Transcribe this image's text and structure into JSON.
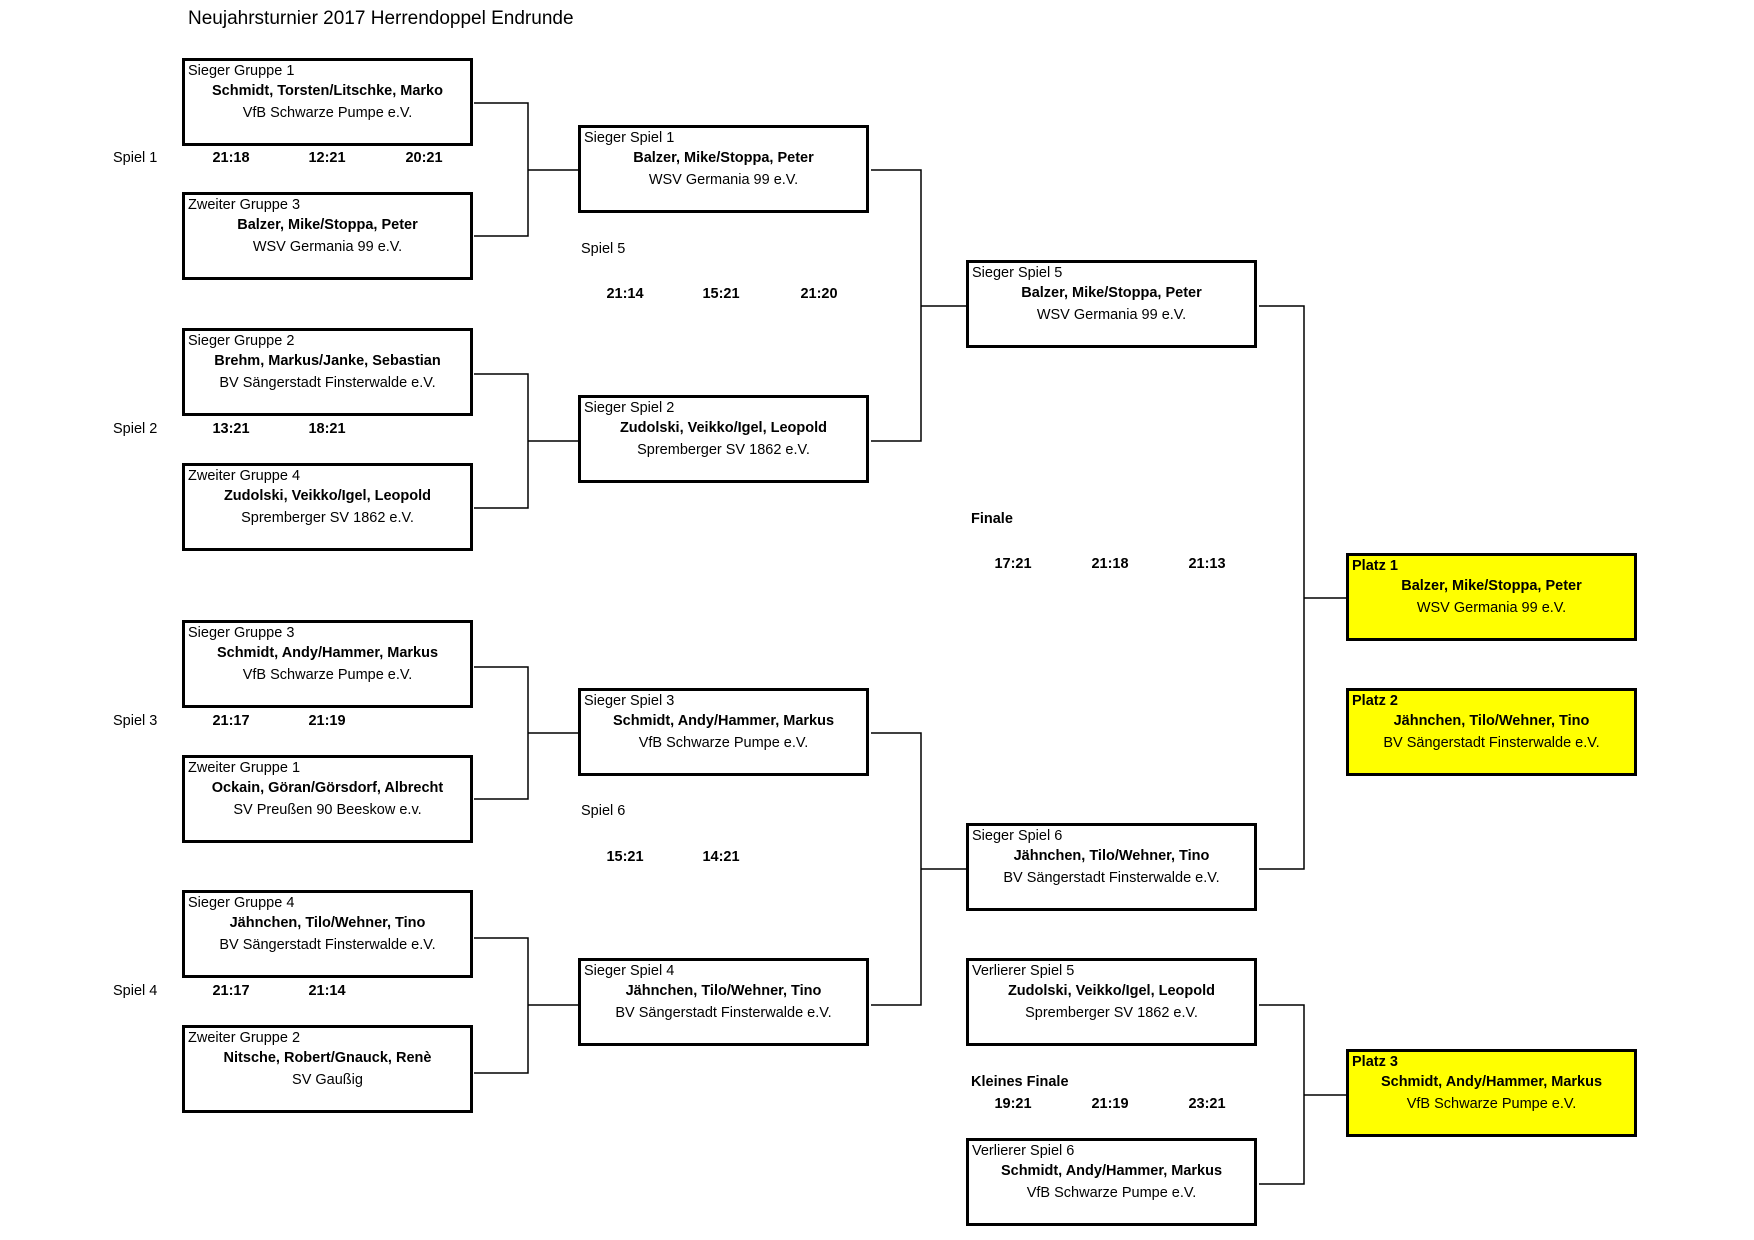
{
  "title": "Neujahrsturnier 2017 Herrendoppel Endrunde",
  "round1": [
    {
      "label": "Sieger Gruppe 1",
      "name": "Schmidt, Torsten/Litschke, Marko",
      "club": "VfB Schwarze Pumpe e.V."
    },
    {
      "label": "Zweiter Gruppe 3",
      "name": "Balzer, Mike/Stoppa, Peter",
      "club": "WSV Germania 99 e.V."
    },
    {
      "label": "Sieger Gruppe 2",
      "name": "Brehm, Markus/Janke, Sebastian",
      "club": "BV Sängerstadt Finsterwalde e.V."
    },
    {
      "label": "Zweiter Gruppe 4",
      "name": "Zudolski, Veikko/Igel, Leopold",
      "club": "Spremberger SV 1862 e.V."
    },
    {
      "label": "Sieger Gruppe 3",
      "name": "Schmidt, Andy/Hammer, Markus",
      "club": "VfB Schwarze Pumpe e.V."
    },
    {
      "label": "Zweiter Gruppe 1",
      "name": "Ockain, Göran/Görsdorf, Albrecht",
      "club": "SV Preußen 90 Beeskow e.v."
    },
    {
      "label": "Sieger Gruppe 4",
      "name": "Jähnchen, Tilo/Wehner, Tino",
      "club": "BV Sängerstadt Finsterwalde e.V."
    },
    {
      "label": "Zweiter Gruppe 2",
      "name": "Nitsche, Robert/Gnauck, Renè",
      "club": "SV Gaußig"
    }
  ],
  "round2": [
    {
      "label": "Sieger Spiel 1",
      "name": "Balzer, Mike/Stoppa, Peter",
      "club": "WSV Germania 99 e.V."
    },
    {
      "label": "Sieger Spiel 2",
      "name": "Zudolski, Veikko/Igel, Leopold",
      "club": "Spremberger SV 1862 e.V."
    },
    {
      "label": "Sieger Spiel 3",
      "name": "Schmidt, Andy/Hammer, Markus",
      "club": "VfB Schwarze Pumpe e.V."
    },
    {
      "label": "Sieger Spiel 4",
      "name": "Jähnchen, Tilo/Wehner, Tino",
      "club": "BV Sängerstadt Finsterwalde e.V."
    }
  ],
  "round3": [
    {
      "label": "Sieger Spiel 5",
      "name": "Balzer, Mike/Stoppa, Peter",
      "club": "WSV Germania 99 e.V."
    },
    {
      "label": "Sieger Spiel 6",
      "name": "Jähnchen, Tilo/Wehner, Tino",
      "club": "BV Sängerstadt Finsterwalde e.V."
    },
    {
      "label": "Verlierer Spiel 5",
      "name": "Zudolski, Veikko/Igel, Leopold",
      "club": "Spremberger SV 1862 e.V."
    },
    {
      "label": "Verlierer Spiel 6",
      "name": "Schmidt, Andy/Hammer, Markus",
      "club": "VfB Schwarze Pumpe e.V."
    }
  ],
  "places": [
    {
      "label": "Platz 1",
      "name": "Balzer, Mike/Stoppa, Peter",
      "club": "WSV Germania 99 e.V."
    },
    {
      "label": "Platz 2",
      "name": "Jähnchen, Tilo/Wehner, Tino",
      "club": "BV Sängerstadt Finsterwalde e.V."
    },
    {
      "label": "Platz 3",
      "name": "Schmidt, Andy/Hammer, Markus",
      "club": "VfB Schwarze Pumpe e.V."
    }
  ],
  "games": [
    {
      "label": "Spiel 1",
      "scores": [
        "21:18",
        "12:21",
        "20:21"
      ]
    },
    {
      "label": "Spiel 2",
      "scores": [
        "13:21",
        "18:21"
      ]
    },
    {
      "label": "Spiel 3",
      "scores": [
        "21:17",
        "21:19"
      ]
    },
    {
      "label": "Spiel 4",
      "scores": [
        "21:17",
        "21:14"
      ]
    },
    {
      "label": "Spiel 5",
      "scores": [
        "21:14",
        "15:21",
        "21:20"
      ]
    },
    {
      "label": "Spiel 6",
      "scores": [
        "15:21",
        "14:21"
      ]
    },
    {
      "label": "Finale",
      "scores": [
        "17:21",
        "21:18",
        "21:13"
      ]
    },
    {
      "label": "Kleines Finale",
      "scores": [
        "19:21",
        "21:19",
        "23:21"
      ]
    }
  ],
  "colors": {
    "highlight": "#ffff00",
    "line": "#000000"
  }
}
